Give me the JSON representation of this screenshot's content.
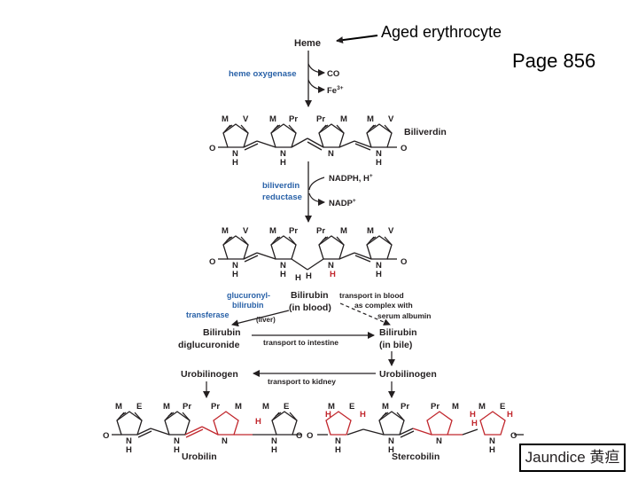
{
  "captions": {
    "aged": "Aged erythrocyte",
    "page": "Page 856",
    "jaundice": "Jaundice 黄疸"
  },
  "colors": {
    "ink": "#231f20",
    "enzyme": "#2a62a8",
    "highlight": "#c1272d"
  },
  "labels": {
    "heme": "Heme",
    "heme_oxygenase": "heme oxygenase",
    "co": "CO",
    "fe": "Fe",
    "fe_sup": "3+",
    "biliverdin": "Biliverdin",
    "bvr_1": "biliverdin",
    "bvr_2": "reductase",
    "nadph": "NADPH, H",
    "nadph_sup": "+",
    "nadp": "NADP",
    "nadp_sup": "+",
    "bilirubin_blood_1": "Bilirubin",
    "bilirubin_blood_2": "(in blood)",
    "transport_1": "transport in blood",
    "transport_2": "as complex with",
    "transport_3": "serum albumin",
    "glucuronyl_1": "glucuronyl-",
    "glucuronyl_2": "bilirubin",
    "glucuronyl_3": "transferase",
    "liver": "(liver)",
    "diglucuronide_1": "Bilirubin",
    "diglucuronide_2": "diglucuronide",
    "transport_intestine": "transport to intestine",
    "bilirubin_bile_1": "Bilirubin",
    "bilirubin_bile_2": "(in bile)",
    "urobilinogen_left": "Urobilinogen",
    "urobilinogen_right": "Urobilinogen",
    "transport_kidney": "transport to kidney",
    "urobilin": "Urobilin",
    "stercobilin": "Stercobilin"
  },
  "substituents": {
    "biliverdin": [
      "M",
      "V",
      "M",
      "Pr",
      "Pr",
      "M",
      "M",
      "V"
    ],
    "bilirubin": [
      "M",
      "V",
      "M",
      "Pr",
      "Pr",
      "M",
      "M",
      "V"
    ],
    "urobilin": [
      "M",
      "E",
      "M",
      "Pr",
      "Pr",
      "M",
      "M",
      "E"
    ],
    "stercobilin": [
      "M",
      "E",
      "M",
      "Pr",
      "Pr",
      "M",
      "M",
      "E"
    ]
  },
  "atoms": {
    "O": "O",
    "N": "N",
    "H": "H"
  }
}
